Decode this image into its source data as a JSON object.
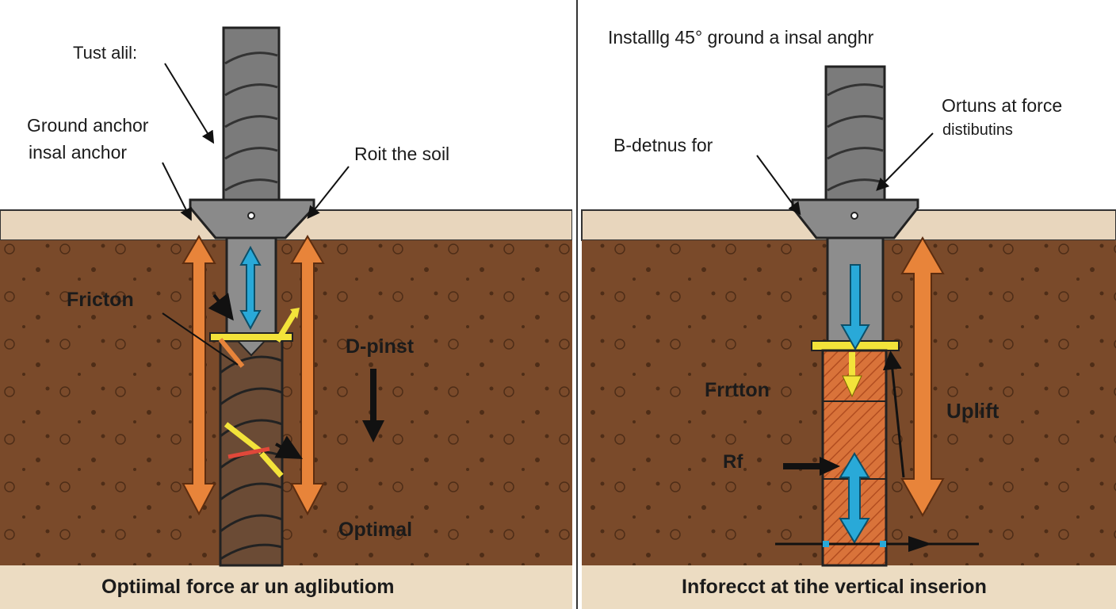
{
  "left_panel": {
    "label_top": "Tust alil:",
    "label_anchor_line1": "Ground anchor",
    "label_anchor_line2": "insal anchor",
    "label_soil": "Roit the soil",
    "label_friction": "Fricton",
    "label_dpinst": "D-pinst",
    "label_optimal": "Optimal",
    "caption": "Optiimal force ar un aglibutiom"
  },
  "right_panel": {
    "title": "Installlg 45° ground a insal anghr",
    "label_forces_line1": "Ortuns at force",
    "label_forces_line2": "distibutins",
    "label_bdetnus": "B-detnus for",
    "label_friction": "Frrtton",
    "label_uplift": "Uplift",
    "label_rf": "Rf",
    "caption": "Inforecct at tihe vertical inserion"
  },
  "colors": {
    "soil": "#7a4a2a",
    "topsoil": "#e8d6bd",
    "steel": "#7b7b7b",
    "force_orange": "#e8843a",
    "force_blue": "#29a9d8",
    "friction_yellow": "#f3e33a"
  }
}
